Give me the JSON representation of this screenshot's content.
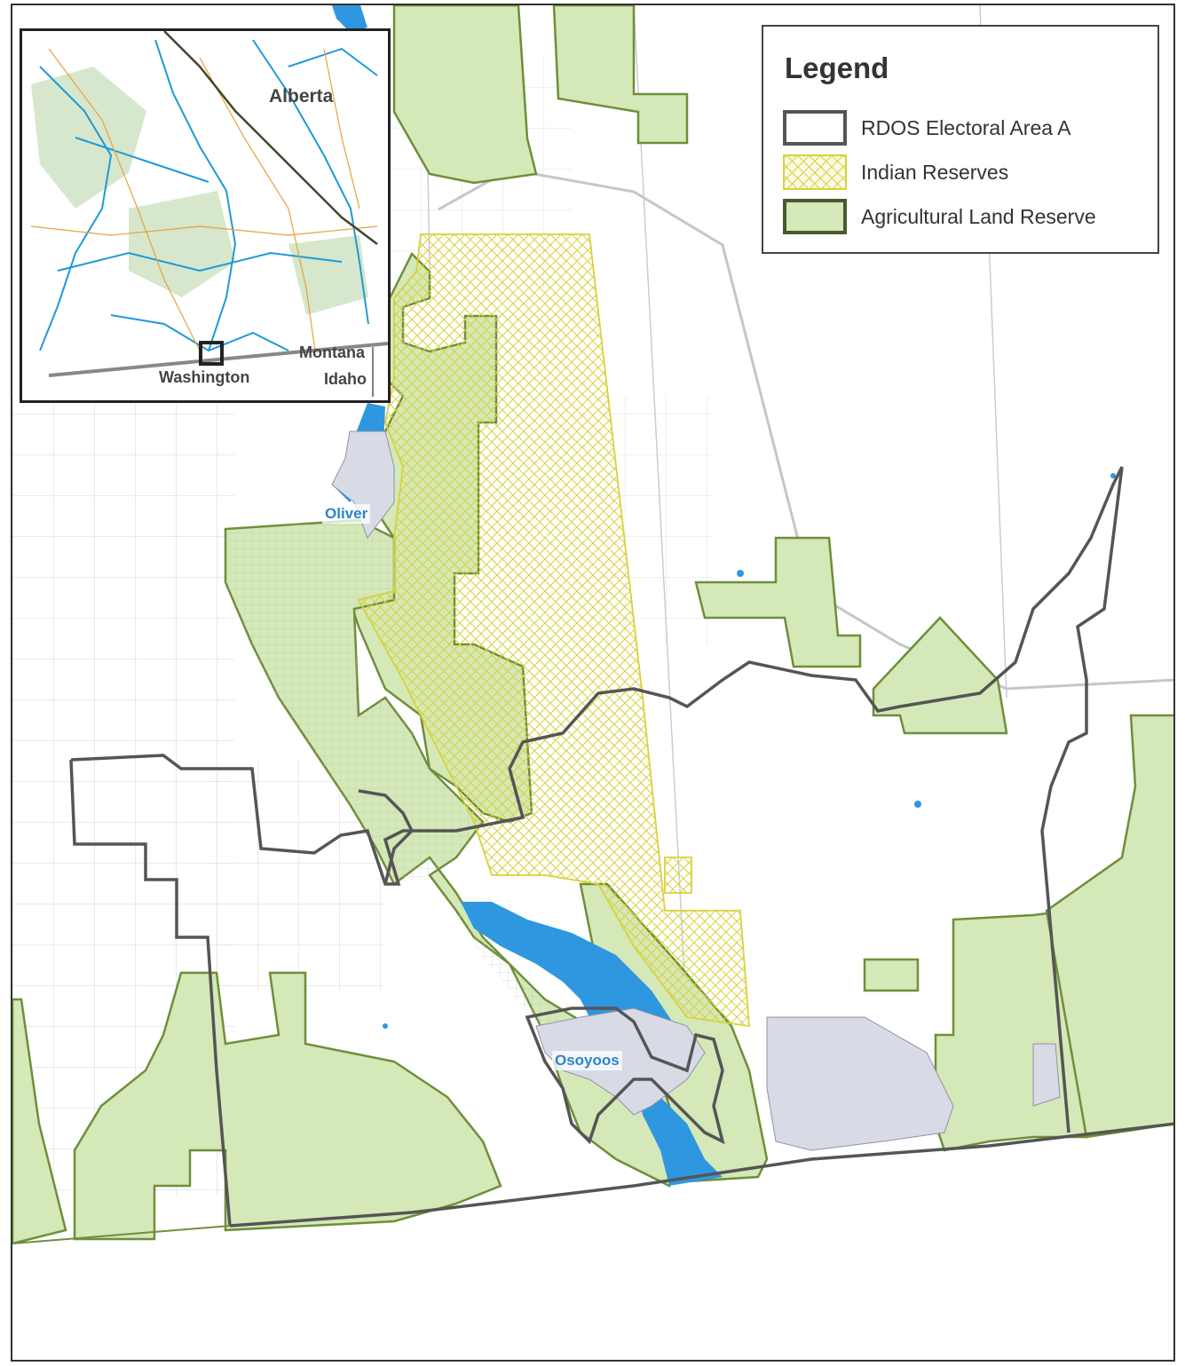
{
  "legend": {
    "title": "Legend",
    "items": [
      {
        "label": "RDOS Electoral Area A",
        "style": "outline",
        "color": "#555555"
      },
      {
        "label": "Indian Reserves",
        "style": "hatch",
        "color": "#d7d23a"
      },
      {
        "label": "Agricultural Land Reserve",
        "style": "fill",
        "color": "#d4e8b8"
      }
    ]
  },
  "places": {
    "oliver": "Oliver",
    "osoyoos": "Osoyoos"
  },
  "inset": {
    "alberta": "Alberta",
    "montana": "Montana",
    "idaho": "Idaho",
    "washington": "Washington"
  },
  "colors": {
    "alr_fill": "#d4e8b8",
    "alr_stroke": "#6f8e3a",
    "reserve_stroke": "#d7d23a",
    "boundary": "#555555",
    "water": "#2e97e0",
    "urban": "#d8dae6",
    "parcel": "#c9ccd6"
  }
}
